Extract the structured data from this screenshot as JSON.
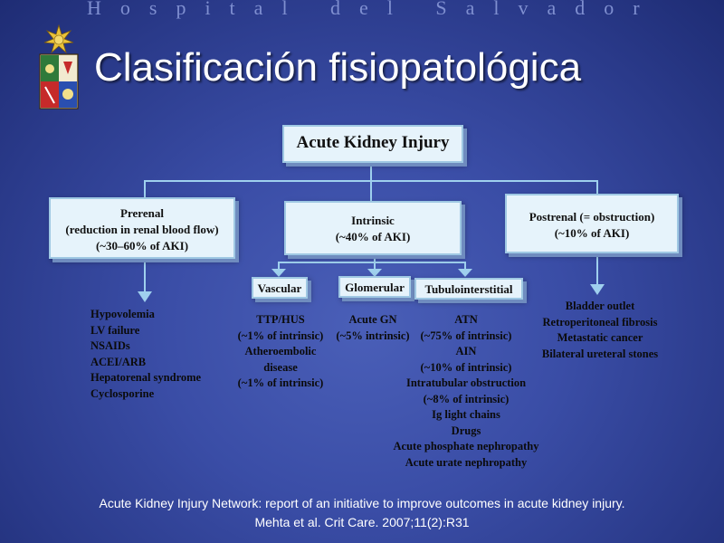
{
  "header": {
    "hospital_name": "Hospital del Salvador"
  },
  "slide": {
    "title": "Clasificación fisiopatológica"
  },
  "diagram": {
    "root": {
      "label": "Acute Kidney Injury"
    },
    "prerenal": {
      "lines": [
        "Prerenal",
        "(reduction in renal blood flow)",
        "(~30–60% of AKI)"
      ],
      "causes": [
        "Hypovolemia",
        "LV failure",
        "NSAIDs",
        "ACEI/ARB",
        "Hepatorenal syndrome",
        "Cyclosporine"
      ]
    },
    "intrinsic": {
      "lines": [
        "Intrinsic",
        "(~40% of AKI)"
      ],
      "vascular": {
        "label": "Vascular",
        "causes": [
          "TTP/HUS",
          "(~1% of intrinsic)",
          "Atheroembolic",
          "disease",
          "(~1% of intrinsic)"
        ]
      },
      "glomerular": {
        "label": "Glomerular",
        "causes": [
          "Acute GN",
          "(~5% intrinsic)"
        ]
      },
      "tubulointerstitial": {
        "label": "Tubulointerstitial",
        "causes": [
          "ATN",
          "(~75% of intrinsic)",
          "AIN",
          "(~10% of intrinsic)",
          "Intratubular obstruction",
          "(~8% of intrinsic)",
          "Ig light chains",
          "Drugs",
          "Acute phosphate nephropathy",
          "Acute urate nephropathy"
        ]
      }
    },
    "postrenal": {
      "lines": [
        "Postrenal (= obstruction)",
        "(~10% of AKI)"
      ],
      "causes": [
        "Bladder outlet",
        "Retroperitoneal fibrosis",
        "Metastatic cancer",
        "Bilateral ureteral stones"
      ]
    }
  },
  "footer": {
    "lines": [
      "Acute Kidney Injury Network: report of an initiative to improve outcomes in acute kidney injury.",
      "Mehta et al. Crit Care. 2007;11(2):R31"
    ]
  },
  "colors": {
    "background": "#3a4da6",
    "box_fill": "#e6f3fb",
    "connector": "#9fd0ee"
  }
}
